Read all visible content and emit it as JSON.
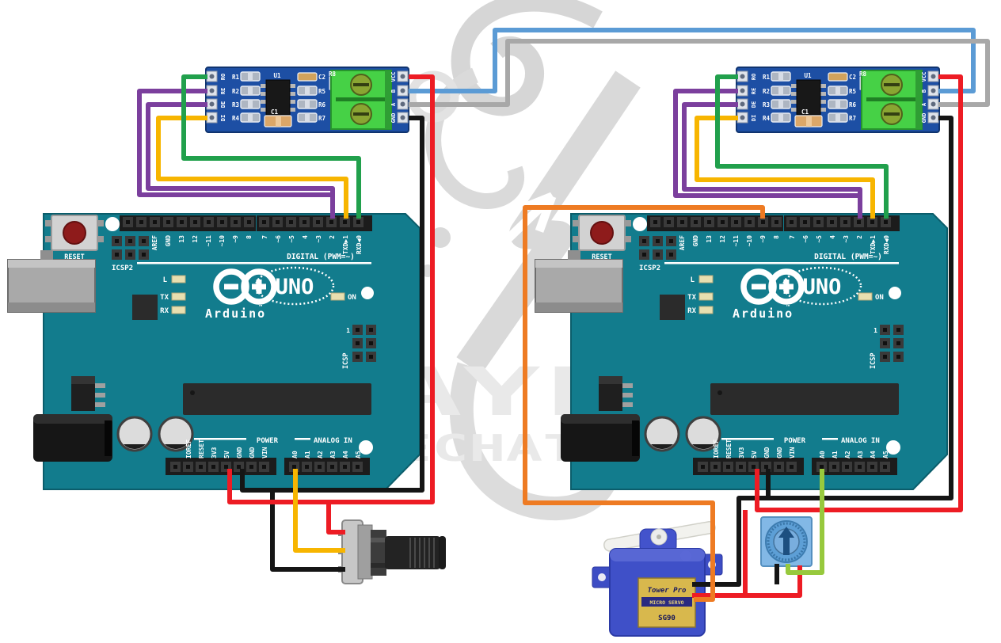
{
  "watermark": {
    "line1": "NAYLAMP",
    "line2": "MECHATRONICS"
  },
  "arduino": {
    "brand": "Arduino",
    "trademark": "™",
    "model_badge": "UNO",
    "reset_label": "RESET",
    "digital_header": "DIGITAL (PWM=~)",
    "digital_pins_left": [
      "AREF",
      "GND",
      "13",
      "12",
      "~11",
      "~10",
      "~9",
      "8"
    ],
    "digital_pins_right": [
      "7",
      "~6",
      "~5",
      "4",
      "~3",
      "2"
    ],
    "tx_pin": "TXD▶1",
    "rx_pin": "RXD◀0",
    "icsp2_label": "ICSP2",
    "icsp_label": "ICSP",
    "icsp_pin1": "1",
    "led_l": "L",
    "led_tx": "TX",
    "led_rx": "RX",
    "led_on": "ON",
    "power_header": "POWER",
    "power_pins": [
      "IOREF",
      "RESET",
      "3V3",
      "5V",
      "GND",
      "GND",
      "VIN"
    ],
    "analog_header": "ANALOG IN",
    "analog_pins": [
      "A0",
      "A1",
      "A2",
      "A3",
      "A4",
      "A5"
    ]
  },
  "rs485_module": {
    "data_pins": [
      "RO",
      "RE",
      "DE",
      "DI"
    ],
    "bus_pins": [
      "VCC",
      "B",
      "A",
      "GND"
    ],
    "ref_u1": "U1",
    "ref_c1": "C1",
    "ref_c2": "C2",
    "ref_r1": "R1",
    "ref_r2": "R2",
    "ref_r3": "R3",
    "ref_r4": "R4",
    "ref_r5": "R5",
    "ref_r6": "R6",
    "ref_r7": "R7",
    "ref_r8": "R8"
  },
  "servo": {
    "brand": "Tower Pro",
    "type_label": "MICRO SERVO",
    "model": "SG90"
  },
  "colors": {
    "board_teal": "#127c8d",
    "module_blue": "#1d4fa4",
    "terminal_green": "#46d146",
    "watermark_gray": "#e9e9e9",
    "wire_red": "#ed1c24",
    "wire_black": "#151515",
    "wire_yellow": "#f7b500",
    "wire_orange": "#ee7b23",
    "wire_green": "#21a04c",
    "wire_lime": "#97c93d",
    "wire_purple": "#7b3f9d",
    "wire_blue": "#5b9bd5",
    "wire_gray": "#a8a8a8"
  }
}
